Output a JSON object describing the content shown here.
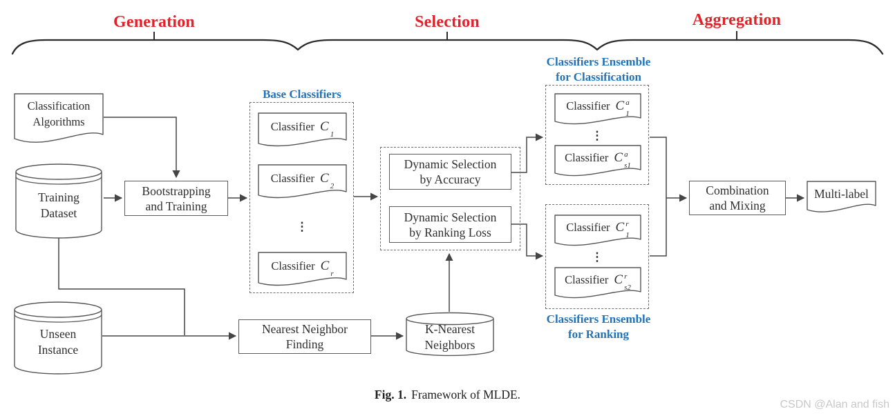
{
  "phases": {
    "generation": "Generation",
    "selection": "Selection",
    "aggregation": "Aggregation"
  },
  "shapes": {
    "classification_algorithms": {
      "line1": "Classification",
      "line2": "Algorithms"
    },
    "training_dataset": {
      "line1": "Training",
      "line2": "Dataset"
    },
    "unseen_instance": {
      "line1": "Unseen",
      "line2": "Instance"
    },
    "bootstrapping_training": {
      "line1": "Bootstrapping",
      "line2": "and Training"
    },
    "nearest_neighbor_finding": {
      "line1": "Nearest Neighbor",
      "line2": "Finding"
    },
    "k_nearest_neighbors": {
      "line1": "K-Nearest",
      "line2": "Neighbors"
    },
    "dynamic_selection_accuracy": {
      "line1": "Dynamic Selection",
      "line2": "by Accuracy"
    },
    "dynamic_selection_ranking_loss": {
      "line1": "Dynamic Selection",
      "line2": "by Ranking Loss"
    },
    "combination_mixing": {
      "line1": "Combination",
      "line2": "and Mixing"
    },
    "multi_label": {
      "label": "Multi-label"
    }
  },
  "base_classifiers": {
    "title": "Base Classifiers",
    "dots": "⋮",
    "items": [
      {
        "prefix": "Classifier",
        "symbol": "C",
        "sub": "1",
        "sup": ""
      },
      {
        "prefix": "Classifier",
        "symbol": "C",
        "sub": "2",
        "sup": ""
      },
      {
        "prefix": "Classifier",
        "symbol": "C",
        "sub": "r",
        "sup": ""
      }
    ]
  },
  "ensemble_classification": {
    "title_line1": "Classifiers Ensemble",
    "title_line2": "for Classification",
    "dots": "⋮",
    "items": [
      {
        "prefix": "Classifier",
        "symbol": "C",
        "sub": "1",
        "sup": "a"
      },
      {
        "prefix": "Classifier",
        "symbol": "C",
        "sub": "s1",
        "sup": "a"
      }
    ]
  },
  "ensemble_ranking": {
    "title_line1": "Classifiers Ensemble",
    "title_line2": "for Ranking",
    "dots": "⋮",
    "items": [
      {
        "prefix": "Classifier",
        "symbol": "C",
        "sub": "1",
        "sup": "r"
      },
      {
        "prefix": "Classifier",
        "symbol": "C",
        "sub": "s2",
        "sup": "r"
      }
    ]
  },
  "caption": {
    "fig_label": "Fig. 1.",
    "text": "Framework of MLDE."
  },
  "watermark": "CSDN @Alan and fish",
  "colors": {
    "phase_red": "#e0232a",
    "group_blue": "#2272b8"
  }
}
